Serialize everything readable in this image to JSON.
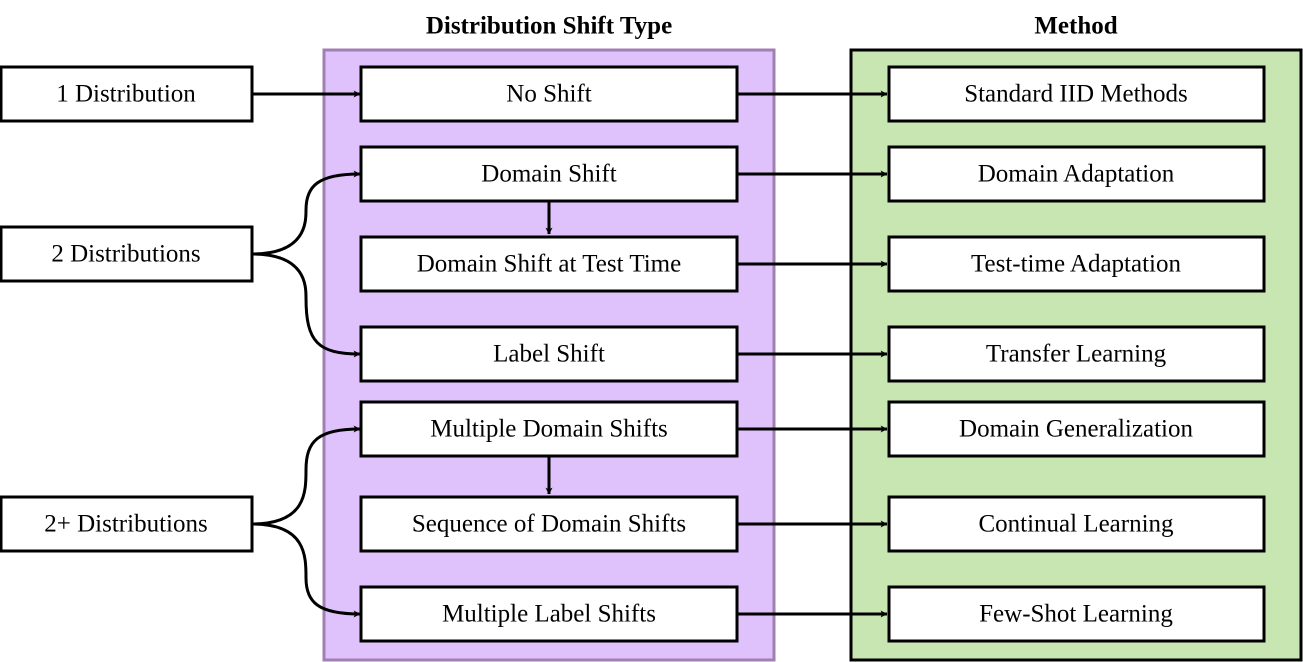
{
  "headings": {
    "shift_type": "Distribution Shift Type",
    "method": "Method"
  },
  "sources": {
    "one": "1 Distribution",
    "two": "2 Distributions",
    "many": "2+ Distributions"
  },
  "shift_types": {
    "no_shift": "No Shift",
    "domain_shift": "Domain Shift",
    "domain_shift_test_time": "Domain Shift at Test Time",
    "label_shift": "Label Shift",
    "multiple_domain_shifts": "Multiple Domain Shifts",
    "sequence_domain_shifts": "Sequence of Domain Shifts",
    "multiple_label_shifts": "Multiple Label Shifts"
  },
  "methods": {
    "standard_iid": "Standard IID Methods",
    "domain_adaptation": "Domain Adaptation",
    "test_time_adaptation": "Test-time Adaptation",
    "transfer_learning": "Transfer Learning",
    "domain_generalization": "Domain Generalization",
    "continual_learning": "Continual Learning",
    "few_shot_learning": "Few-Shot Learning"
  },
  "colors": {
    "shift_panel_fill": "#dfc1fb",
    "shift_panel_border": "#a07fb3",
    "method_panel_fill": "#c8e6b2",
    "method_panel_border": "#000000"
  }
}
